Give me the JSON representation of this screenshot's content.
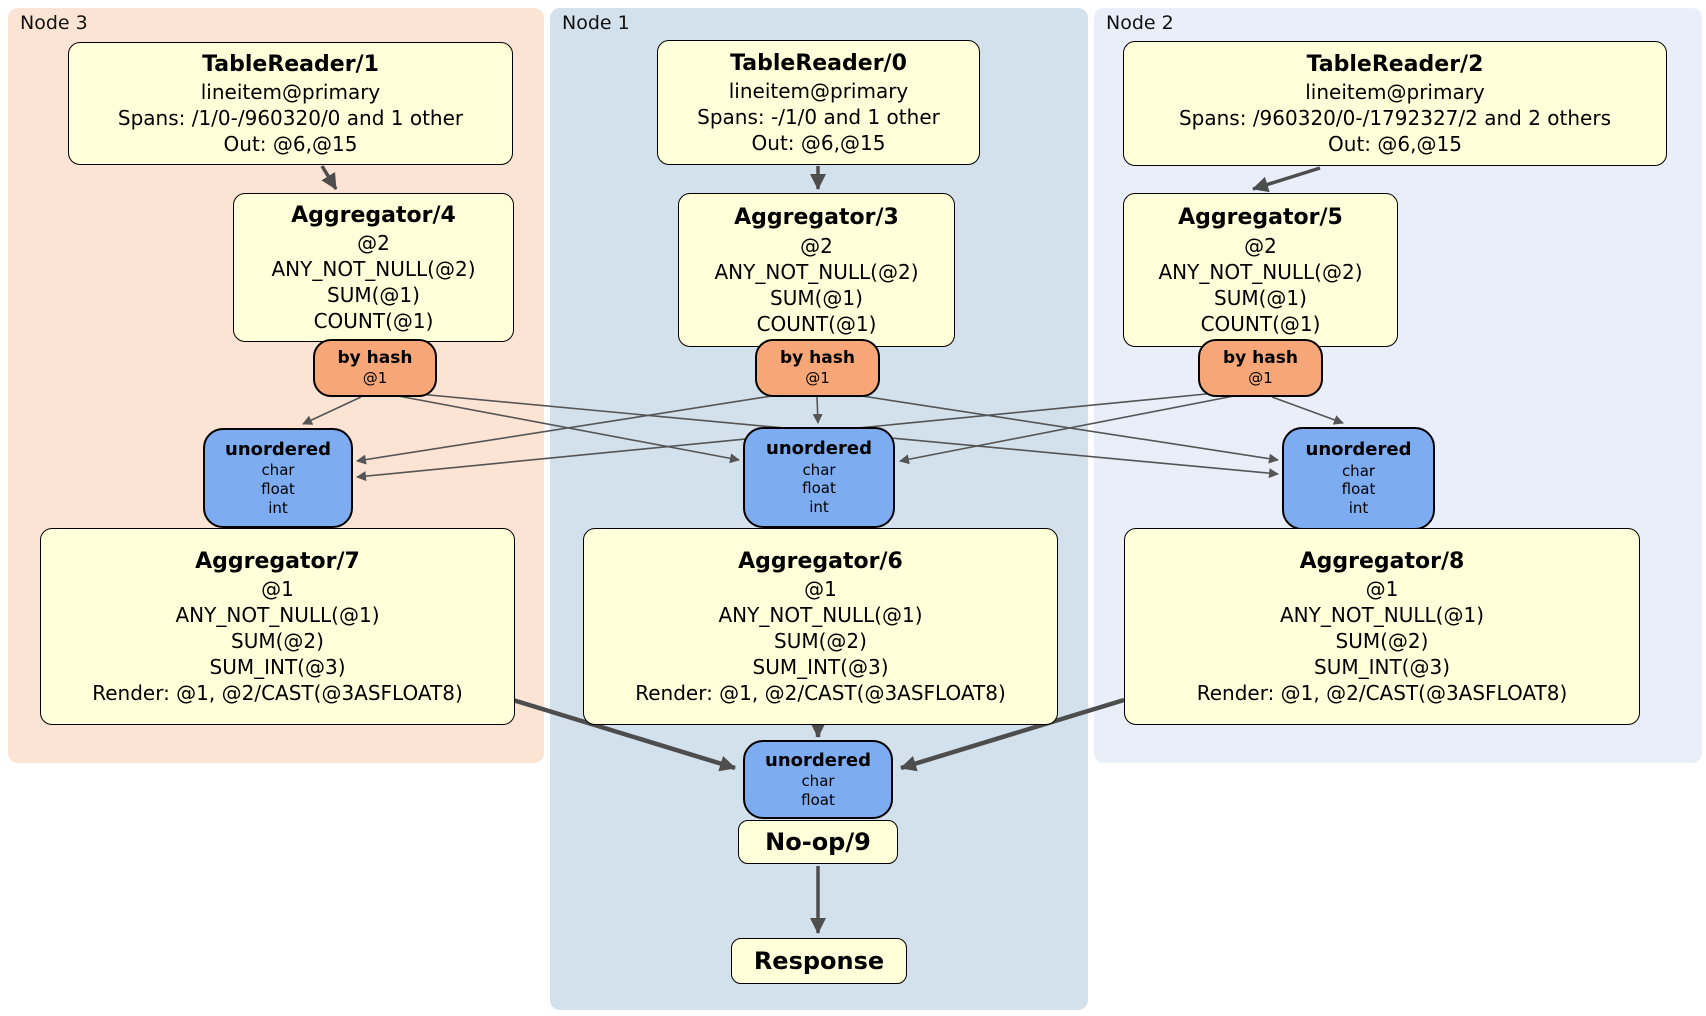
{
  "panels": {
    "node3": {
      "label": "Node 3"
    },
    "node1": {
      "label": "Node 1"
    },
    "node2": {
      "label": "Node 2"
    }
  },
  "colors": {
    "node3_bg": "#fce4d4",
    "node1_bg": "#d3e1ec",
    "node2_bg": "#e9eef9",
    "box_bg": "#ffffd9",
    "hash_router_bg": "#f7a678",
    "sync_bg": "#7dacf1",
    "edge": "#4d4d4d",
    "border": "#000000"
  },
  "boxes": {
    "tr1": {
      "title": "TableReader/1",
      "lines": [
        "lineitem@primary",
        "Spans: /1/0-/960320/0 and 1 other",
        "Out: @6,@15"
      ]
    },
    "tr0": {
      "title": "TableReader/0",
      "lines": [
        "lineitem@primary",
        "Spans: -/1/0 and 1 other",
        "Out: @6,@15"
      ]
    },
    "tr2": {
      "title": "TableReader/2",
      "lines": [
        "lineitem@primary",
        "Spans: /960320/0-/1792327/2 and 2 others",
        "Out: @6,@15"
      ]
    },
    "agg4": {
      "title": "Aggregator/4",
      "lines": [
        "@2",
        "ANY_NOT_NULL(@2)",
        "SUM(@1)",
        "COUNT(@1)"
      ]
    },
    "agg3": {
      "title": "Aggregator/3",
      "lines": [
        "@2",
        "ANY_NOT_NULL(@2)",
        "SUM(@1)",
        "COUNT(@1)"
      ]
    },
    "agg5": {
      "title": "Aggregator/5",
      "lines": [
        "@2",
        "ANY_NOT_NULL(@2)",
        "SUM(@1)",
        "COUNT(@1)"
      ]
    },
    "agg7": {
      "title": "Aggregator/7",
      "lines": [
        "@1",
        "ANY_NOT_NULL(@1)",
        "SUM(@2)",
        "SUM_INT(@3)",
        "Render: @1, @2/CAST(@3ASFLOAT8)"
      ]
    },
    "agg6": {
      "title": "Aggregator/6",
      "lines": [
        "@1",
        "ANY_NOT_NULL(@1)",
        "SUM(@2)",
        "SUM_INT(@3)",
        "Render: @1, @2/CAST(@3ASFLOAT8)"
      ]
    },
    "agg8": {
      "title": "Aggregator/8",
      "lines": [
        "@1",
        "ANY_NOT_NULL(@1)",
        "SUM(@2)",
        "SUM_INT(@3)",
        "Render: @1, @2/CAST(@3ASFLOAT8)"
      ]
    },
    "noop": {
      "title": "No-op/9"
    },
    "response": {
      "title": "Response"
    }
  },
  "routers": {
    "bh4": {
      "title": "by hash",
      "detail": "@1"
    },
    "bh3": {
      "title": "by hash",
      "detail": "@1"
    },
    "bh5": {
      "title": "by hash",
      "detail": "@1"
    }
  },
  "syncs": {
    "u7": {
      "title": "unordered",
      "items": [
        "char",
        "float",
        "int"
      ]
    },
    "u6": {
      "title": "unordered",
      "items": [
        "char",
        "float",
        "int"
      ]
    },
    "u8": {
      "title": "unordered",
      "items": [
        "char",
        "float",
        "int"
      ]
    },
    "u9": {
      "title": "unordered",
      "items": [
        "char",
        "float"
      ]
    }
  }
}
